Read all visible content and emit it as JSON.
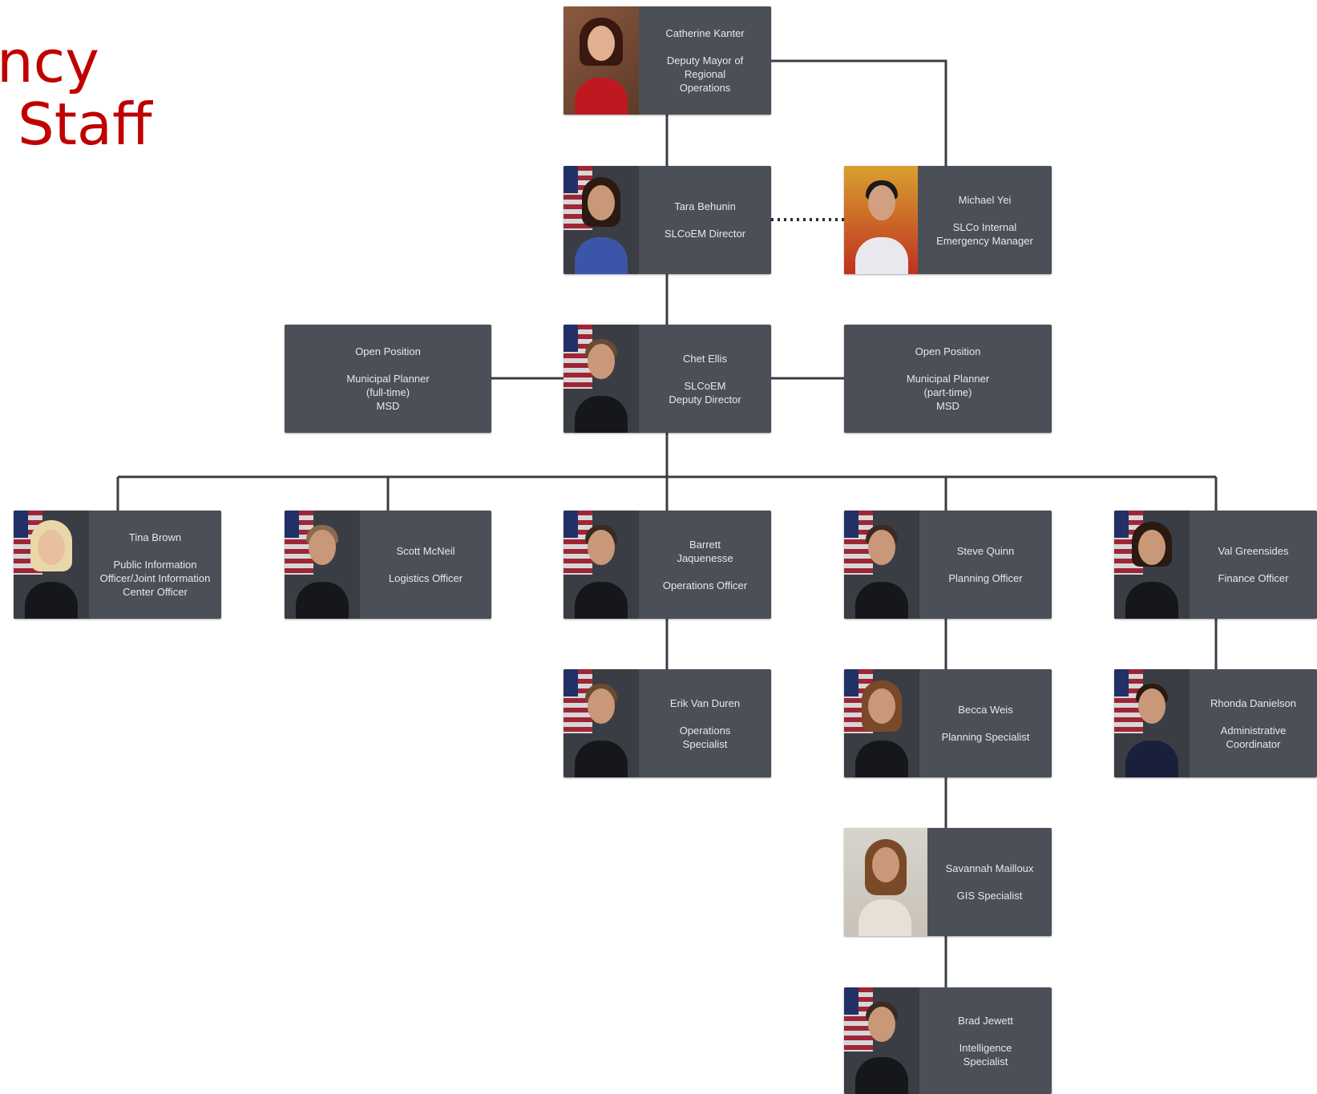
{
  "title": {
    "line1": "ncy",
    "line2": "Staff"
  },
  "people": {
    "kanter": {
      "name": "Catherine Kanter",
      "role": "Deputy Mayor of\nRegional\nOperations"
    },
    "behunin": {
      "name": "Tara Behunin",
      "role": "SLCoEM Director"
    },
    "yei": {
      "name": "Michael Yei",
      "role": "SLCo Internal\nEmergency Manager"
    },
    "ellis": {
      "name": "Chet Ellis",
      "role": "SLCoEM\nDeputy Director"
    },
    "open_left": {
      "name": "Open Position",
      "role": "Municipal Planner\n(full-time)\nMSD"
    },
    "open_right": {
      "name": "Open Position",
      "role": "Municipal Planner\n(part-time)\nMSD"
    },
    "brown": {
      "name": "Tina Brown",
      "role": "Public Information\nOfficer/Joint Information\nCenter Officer"
    },
    "mcneil": {
      "name": "Scott McNeil",
      "role": "Logistics Officer"
    },
    "jaquenesse": {
      "name": "Barrett\nJaquenesse",
      "role": "Operations Officer"
    },
    "quinn": {
      "name": "Steve Quinn",
      "role": "Planning Officer"
    },
    "greensides": {
      "name": "Val Greensides",
      "role": "Finance Officer"
    },
    "vanduren": {
      "name": "Erik Van Duren",
      "role": "Operations\nSpecialist"
    },
    "weis": {
      "name": "Becca Weis",
      "role": "Planning Specialist"
    },
    "danielson": {
      "name": "Rhonda Danielson",
      "role": "Administrative\nCoordinator"
    },
    "mailloux": {
      "name": "Savannah Mailloux",
      "role": "GIS Specialist"
    },
    "jewett": {
      "name": "Brad Jewett",
      "role": "Intelligence\nSpecialist"
    }
  },
  "colors": {
    "title": "#c00000",
    "card": "#4b4f57",
    "card_text": "#e8e8ea",
    "connector": "#3a3d42"
  }
}
